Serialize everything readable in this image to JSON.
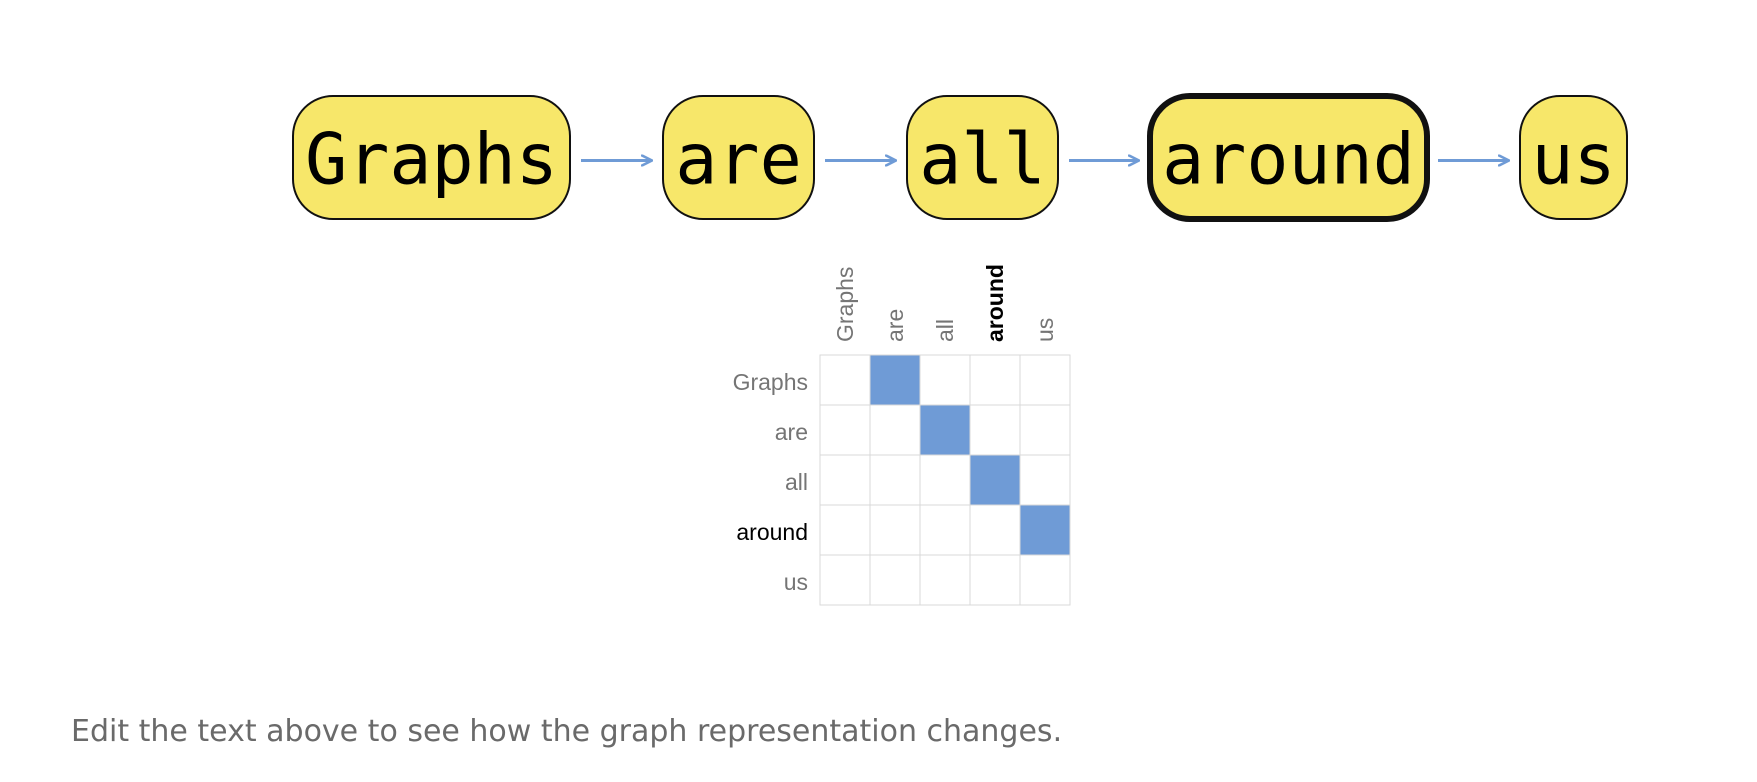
{
  "diagram": {
    "nodes": [
      {
        "label": "Graphs",
        "selected": false
      },
      {
        "label": "are",
        "selected": false
      },
      {
        "label": "all",
        "selected": false
      },
      {
        "label": "around",
        "selected": true
      },
      {
        "label": "us",
        "selected": false
      }
    ],
    "edges": [
      [
        0,
        1
      ],
      [
        1,
        2
      ],
      [
        2,
        3
      ],
      [
        3,
        4
      ]
    ],
    "adjacency": {
      "row_labels": [
        "Graphs",
        "are",
        "all",
        "around",
        "us"
      ],
      "col_labels": [
        "Graphs",
        "are",
        "all",
        "around",
        "us"
      ],
      "active_index": 3,
      "matrix": [
        [
          0,
          1,
          0,
          0,
          0
        ],
        [
          0,
          0,
          1,
          0,
          0
        ],
        [
          0,
          0,
          0,
          1,
          0
        ],
        [
          0,
          0,
          0,
          0,
          1
        ],
        [
          0,
          0,
          0,
          0,
          0
        ]
      ]
    },
    "colors": {
      "node_fill": "#f7e76a",
      "node_stroke": "#111111",
      "edge": "#6f9bd6",
      "cell_filled": "#6f9bd6",
      "cell_empty": "#ffffff",
      "grid": "#d9d9d9"
    }
  },
  "caption": "Edit the text above to see how the graph representation changes."
}
